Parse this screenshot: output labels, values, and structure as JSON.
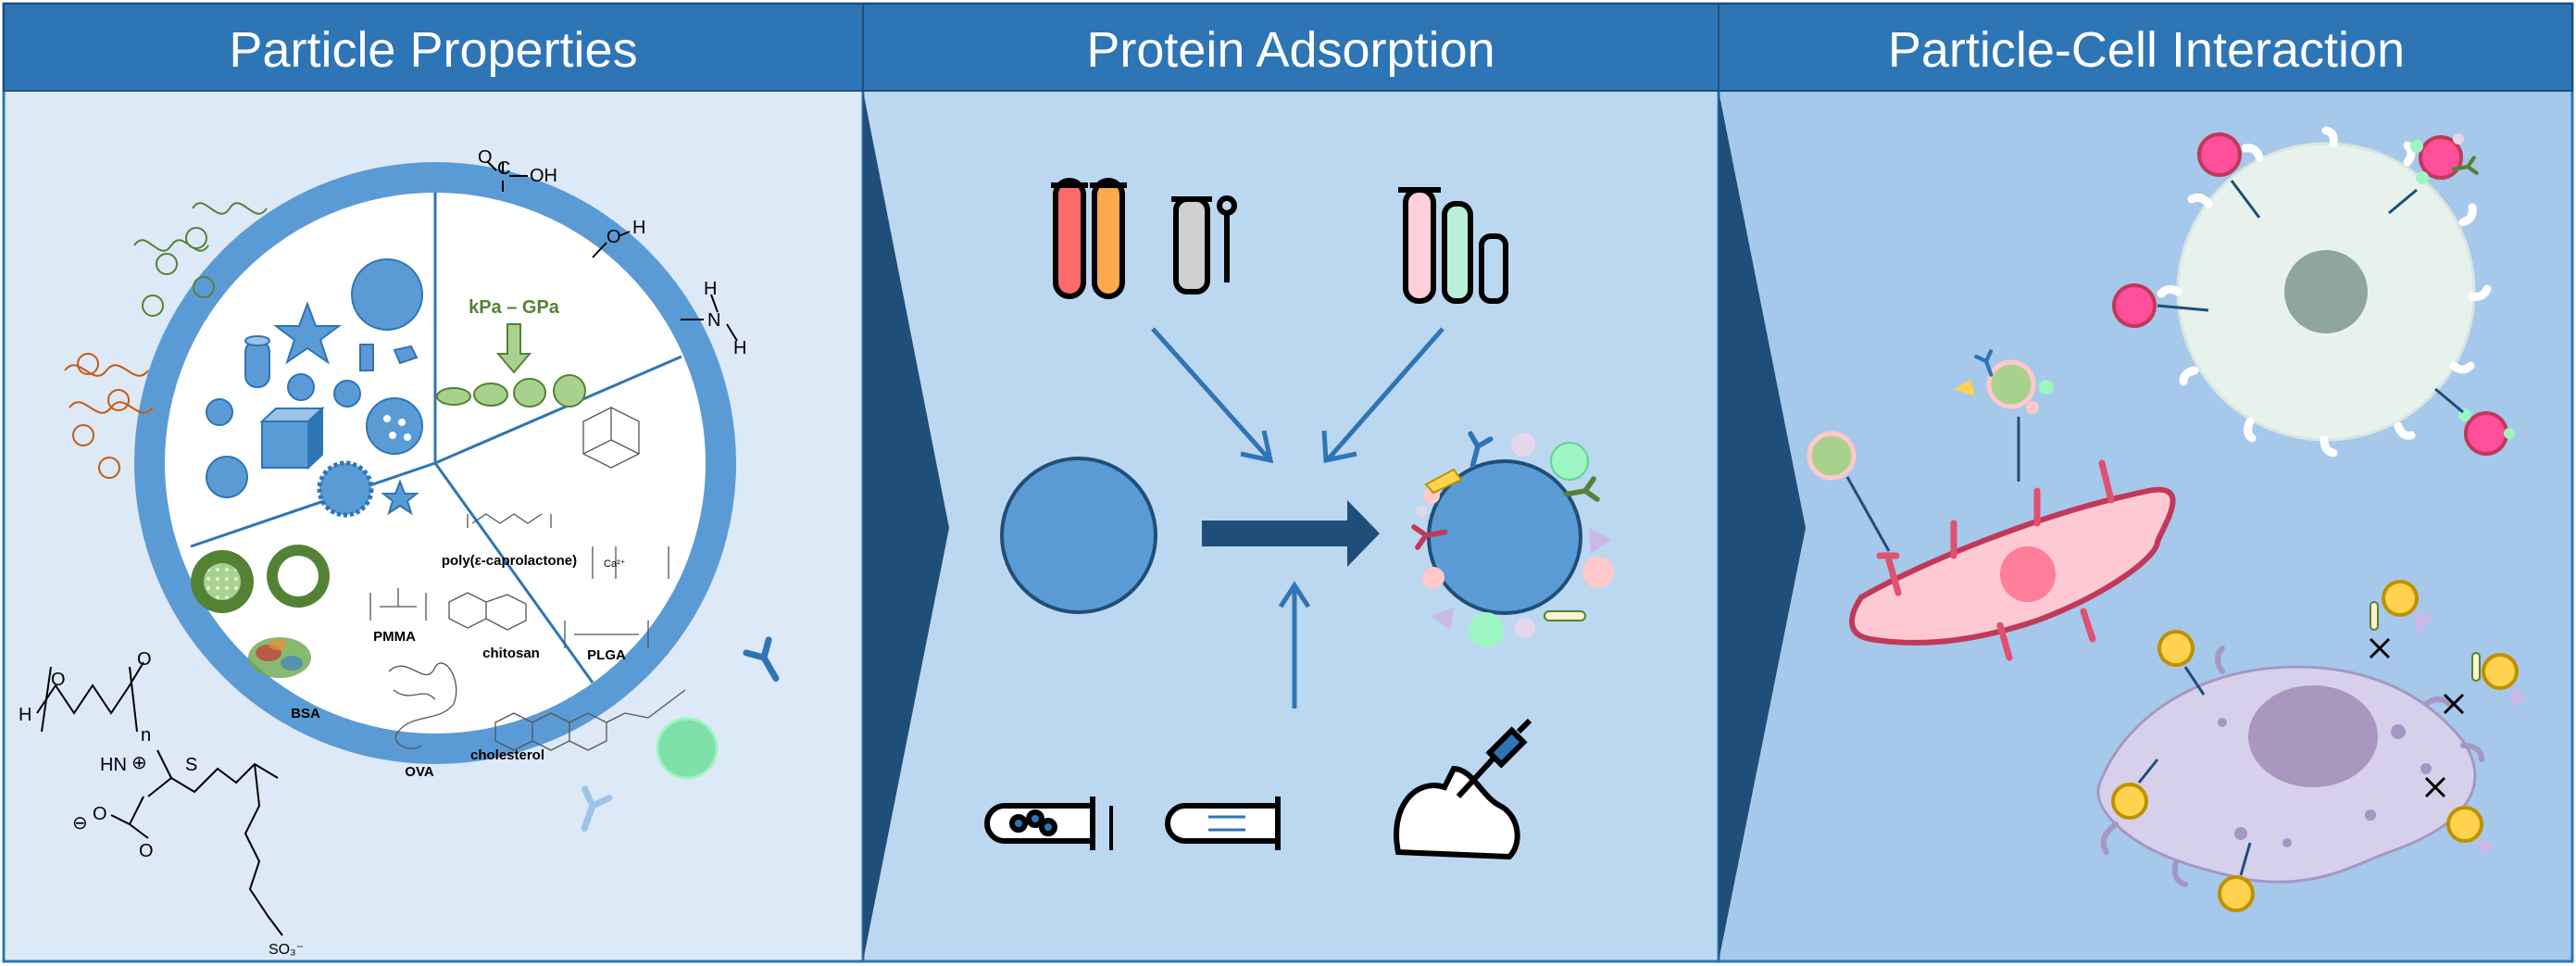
{
  "panels": [
    {
      "title": "Particle Properties",
      "header_color": "#2e75b6",
      "bg": "#dde9f6"
    },
    {
      "title": "Protein Adsorption",
      "header_color": "#2e75b6",
      "bg": "#bcd7f0"
    },
    {
      "title": "Particle-Cell Interaction",
      "header_color": "#2e75b6",
      "bg": "#a6c8ea"
    }
  ],
  "particle_properties": {
    "stiffness_label": "kPa – GPa",
    "materials": {
      "pcl": "poly(ε-caprolactone)",
      "pmma": "PMMA",
      "chitosan": "chitosan",
      "plga": "PLGA",
      "bsa": "BSA",
      "ova": "OVA",
      "cholesterol": "cholesterol",
      "calcium": "Ca²⁺"
    },
    "surface_groups": {
      "carboxyl_c": "C",
      "carboxyl_oh": "OH",
      "carboxyl_o": "O",
      "hydroxyl_o": "O",
      "hydroxyl_h": "H",
      "amine_n": "N",
      "amine_h1": "H",
      "amine_h2": "H",
      "peg_h": "H",
      "peg_o1": "O",
      "peg_o2": "O",
      "peg_n": "n",
      "zwitter_nh": "HN",
      "zwitter_s": "S",
      "zwitter_o": "O",
      "zwitter_ominus": "O",
      "zwitter_charge_plus": "⊕",
      "zwitter_charge_minus": "⊖",
      "sulfonate": "SO₃⁻"
    }
  },
  "colors": {
    "header": "#2e75b6",
    "particle_blue": "#5b9bd5",
    "dark_blue": "#1f4e79",
    "pink_particle": "#ff4f9a",
    "yellow_particle": "#ffd34d",
    "green_protein": "#7fe0a8",
    "pink_cell": "#ffc9d4",
    "cell_border": "#c0395a",
    "macrophage": "#d6d0ea"
  },
  "icons": [
    "blood-tubes-icon",
    "swab-tube-icon",
    "test-tubes-icon",
    "flow-tube-icon",
    "mouse-injection-icon",
    "antibody-icon"
  ]
}
